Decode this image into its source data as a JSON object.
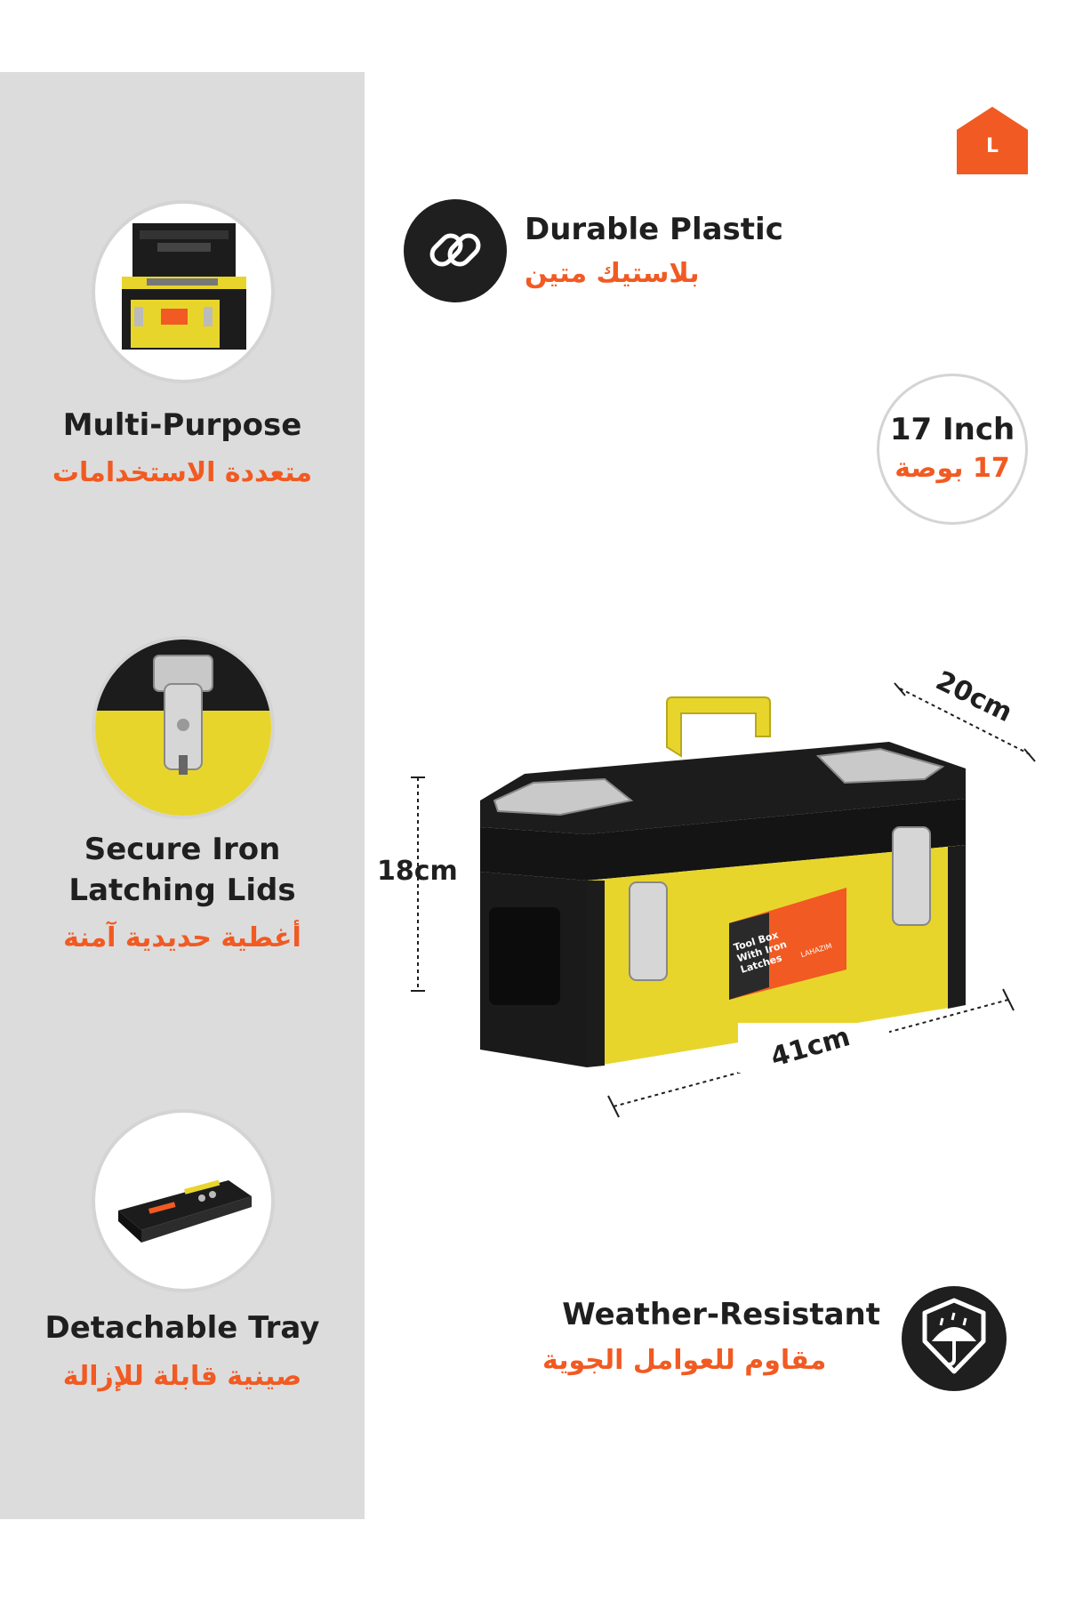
{
  "brand": {
    "logo_letter": "L",
    "color": "#f15a22"
  },
  "features_left": [
    {
      "en": "Multi-Purpose",
      "ar": "متعددة الاستخدامات",
      "icon": "open-toolbox-image"
    },
    {
      "en_line1": "Secure Iron",
      "en_line2": "Latching Lids",
      "ar": "أغطية حديدية آمنة",
      "icon": "latch-closeup-image"
    },
    {
      "en": "Detachable Tray",
      "ar": "صينية قابلة للإزالة",
      "icon": "tray-image"
    }
  ],
  "features_right": {
    "durable": {
      "en": "Durable Plastic",
      "ar": "بلاستيك متين",
      "icon": "chain-link-icon"
    },
    "size": {
      "en": "17 Inch",
      "ar": "17 بوصة"
    },
    "weather": {
      "en": "Weather-Resistant",
      "ar": "مقاوم للعوامل الجوية",
      "icon": "umbrella-rain-icon"
    }
  },
  "dimensions": {
    "depth": "20cm",
    "height": "18cm",
    "length": "41cm"
  },
  "product_label": {
    "line1": "Tool Box",
    "line2": "With Iron",
    "line3": "Latches",
    "brand": "LAHAZIM"
  },
  "colors": {
    "accent": "#f15a22",
    "box_yellow": "#e8d52c",
    "box_black": "#1c1c1c",
    "sidebar": "#dcdcdc"
  }
}
